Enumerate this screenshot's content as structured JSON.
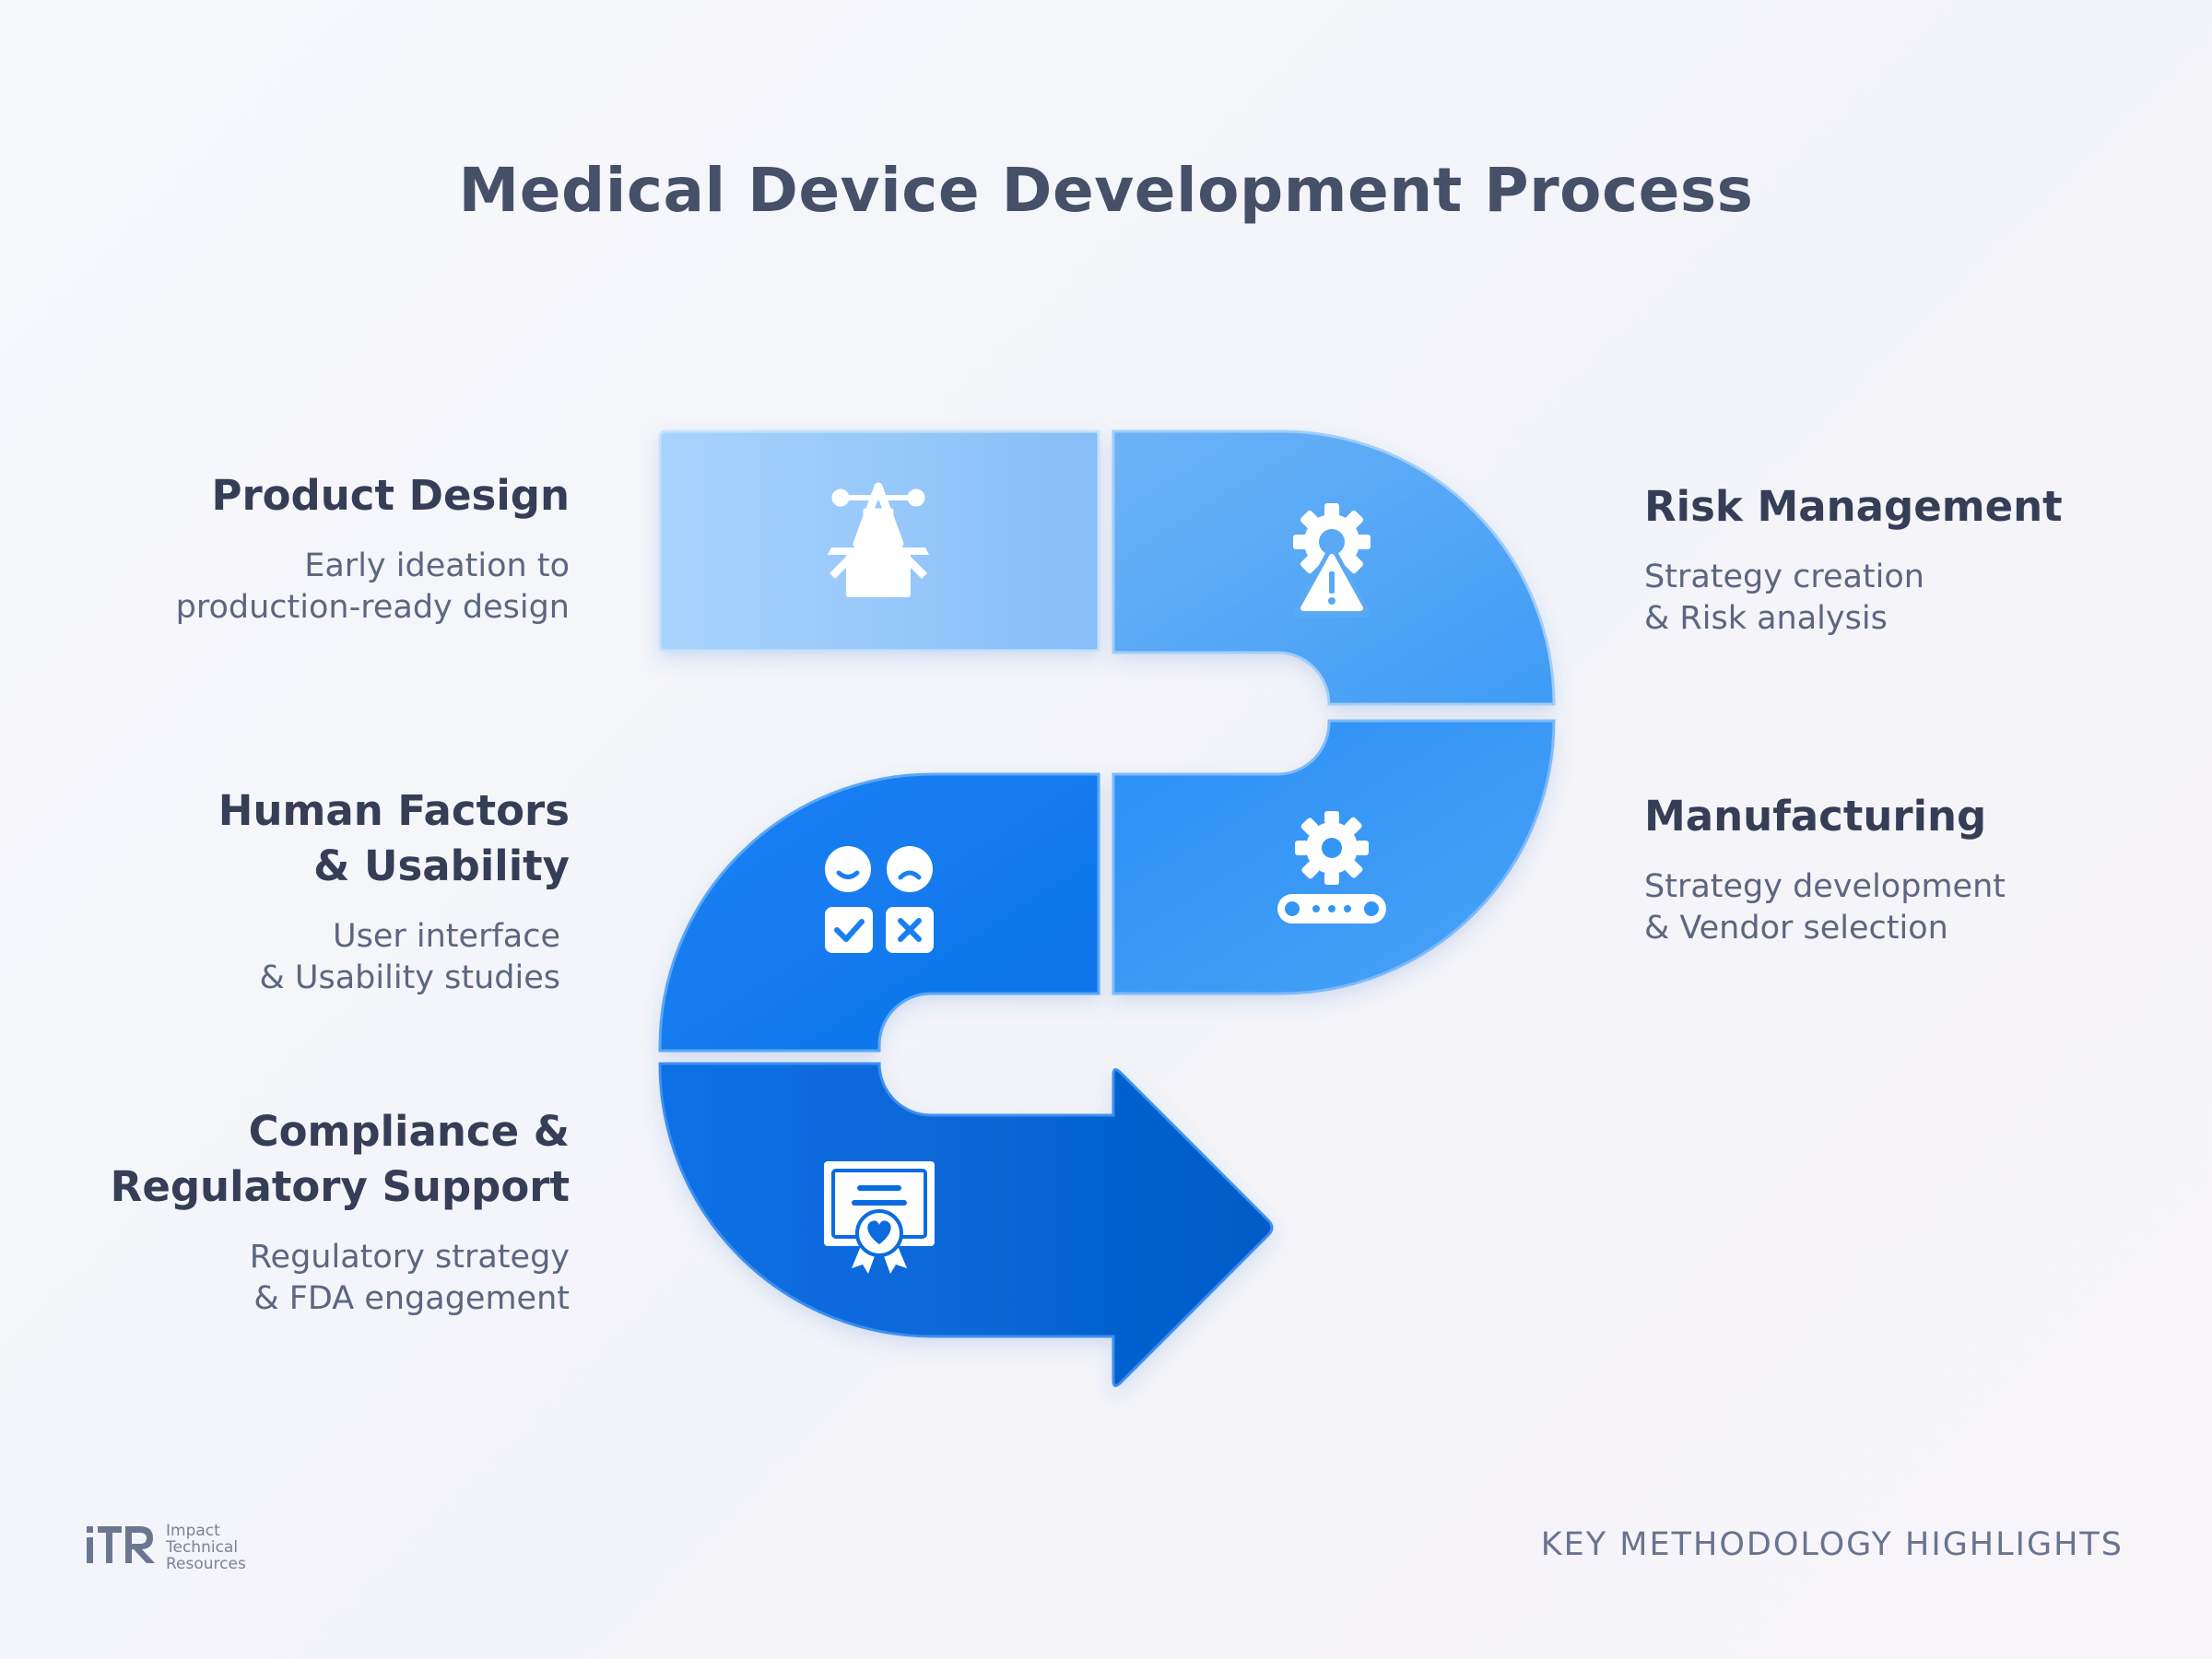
{
  "title": "Medical Device Development Process",
  "steps": {
    "product_design": {
      "title_lines": [
        "Product Design"
      ],
      "desc_lines": [
        "Early ideation to",
        "production-ready design"
      ],
      "icon": "design-tool-icon"
    },
    "risk_management": {
      "title_lines": [
        "Risk Management"
      ],
      "desc_lines": [
        "Strategy creation",
        "& Risk analysis"
      ],
      "icon": "gear-warning-icon"
    },
    "manufacturing": {
      "title_lines": [
        "Manufacturing"
      ],
      "desc_lines": [
        "Strategy development",
        "& Vendor selection"
      ],
      "icon": "gear-conveyor-icon"
    },
    "human_factors": {
      "title_lines": [
        "Human Factors",
        "& Usability"
      ],
      "desc_lines": [
        "User interface",
        "& Usability studies"
      ],
      "icon": "usability-faces-icon"
    },
    "compliance": {
      "title_lines": [
        "Compliance &",
        "Regulatory Support"
      ],
      "desc_lines": [
        "Regulatory strategy",
        "& FDA engagement"
      ],
      "icon": "certificate-icon"
    }
  },
  "footer": {
    "logo_mark": "iTR",
    "logo_lines": [
      "Impact",
      "Technical",
      "Resources"
    ],
    "tagline": "KEY METHODOLOGY HIGHLIGHTS"
  },
  "colors": {
    "title": "#475069",
    "step1": "#a6d0fb",
    "step2": "#5aa9f5",
    "step3": "#3396f6",
    "step4": "#1d80f2",
    "step5": "#0a64d6"
  }
}
